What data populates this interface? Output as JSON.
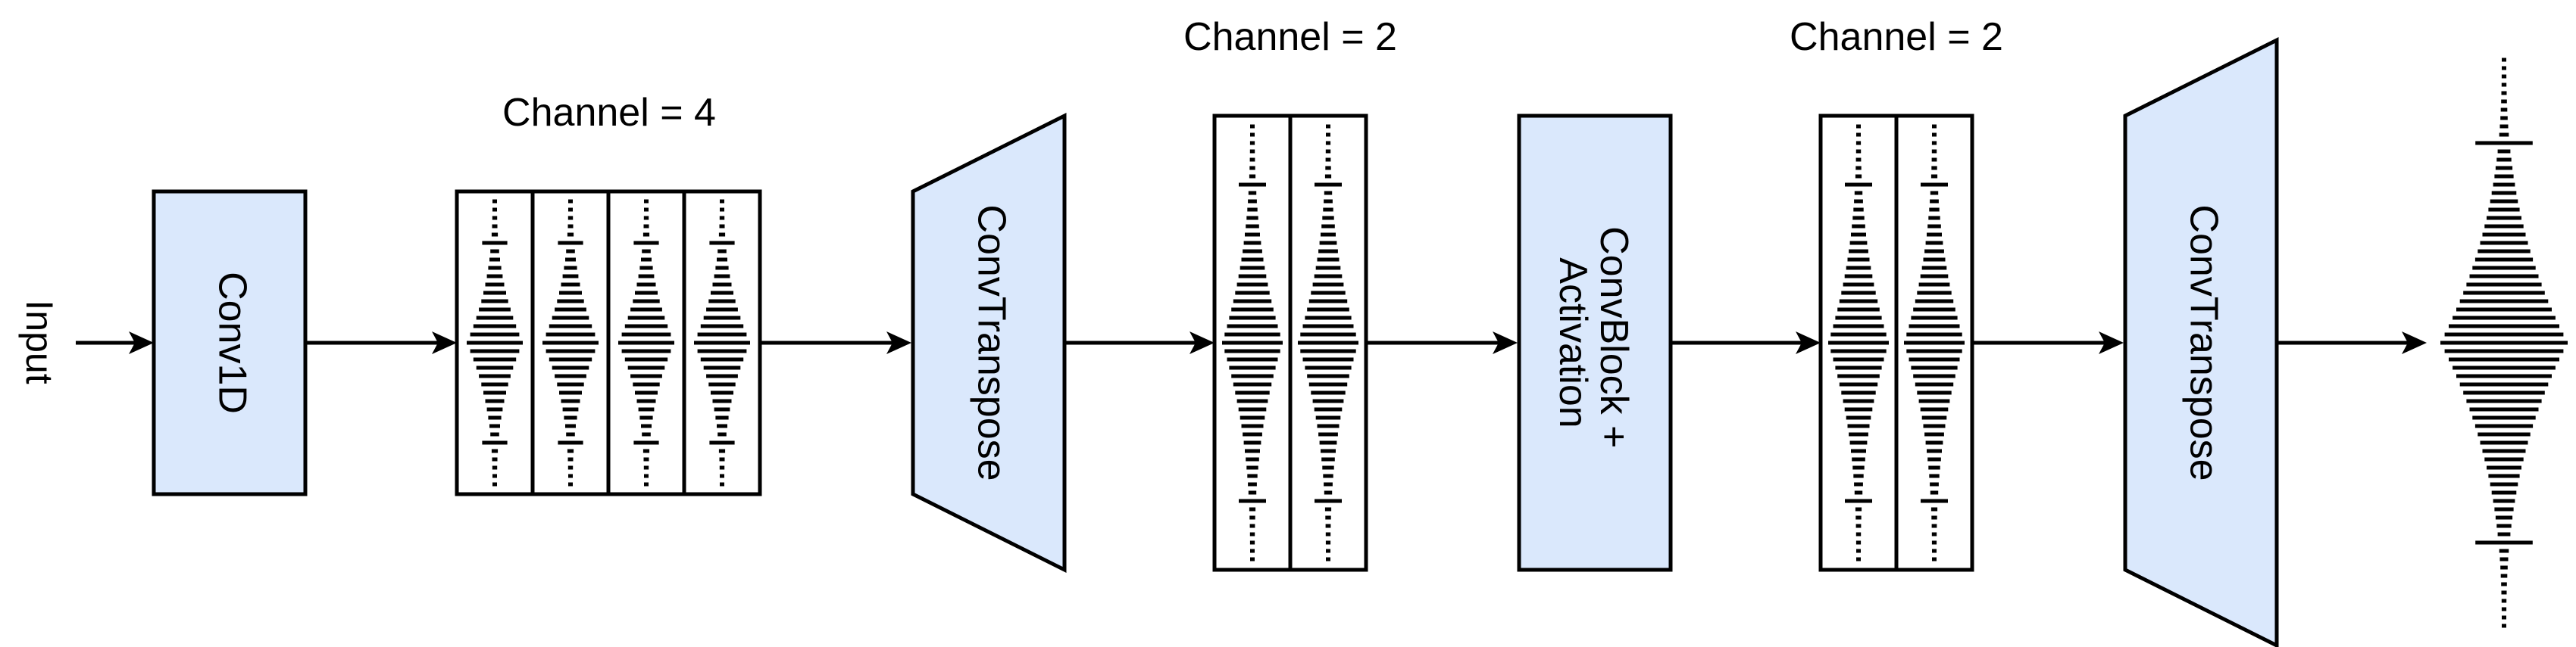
{
  "labels": {
    "input": "Input",
    "conv1d": "Conv1D",
    "channel_a": "Channel = 4",
    "convtranspose_1": "ConvTranspose",
    "channel_b": "Channel = 2",
    "convblock_line1": "ConvBlock +",
    "convblock_line2": "Activation",
    "channel_c": "Channel = 2",
    "convtranspose_2": "ConvTranspose"
  },
  "colors": {
    "block_fill": "#dae8fc",
    "stroke": "#000000",
    "background": "#ffffff"
  },
  "stages": {
    "stage1_channels": 4,
    "stage2_channels": 2,
    "stage3_channels": 2,
    "output_channels": 1
  },
  "icons": [
    "waveform-icon",
    "arrow-right-icon"
  ]
}
